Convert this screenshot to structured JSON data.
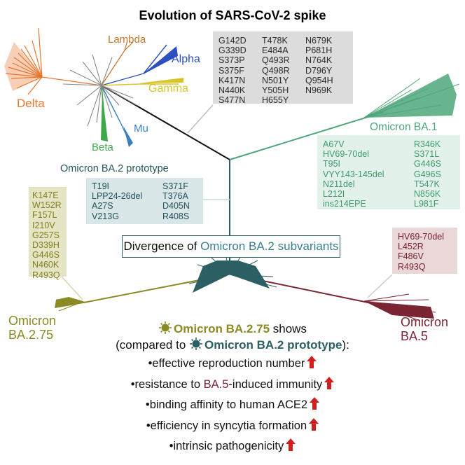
{
  "title": "Evolution of SARS-CoV-2 spike",
  "variants": {
    "lambda": "Lambda",
    "alpha": "Alpha",
    "gamma": "Gamma",
    "delta": "Delta",
    "beta": "Beta",
    "mu": "Mu",
    "ba1": "Omicron BA.1",
    "ba275_line1": "Omicron",
    "ba275_line2": "BA.2.75",
    "ba5_line1": "Omicron",
    "ba5_line2": "BA.5"
  },
  "shared_mutations": {
    "col1": [
      "G142D",
      "G339D",
      "S373P",
      "S375F",
      "K417N",
      "N440K",
      "S477N"
    ],
    "col2": [
      "T478K",
      "E484A",
      "Q493R",
      "Q498R",
      "N501Y",
      "Y505H",
      "H655Y"
    ],
    "col3": [
      "N679K",
      "P681H",
      "N764K",
      "D796Y",
      "Q954H",
      "N969K"
    ]
  },
  "ba1_mutations": {
    "col1": [
      "A67V",
      "HV69-70del",
      "T95I",
      "VYY143-145del",
      "N211del",
      "L212I",
      "ins214EPE"
    ],
    "col2": [
      "R346K",
      "S371L",
      "G446S",
      "G496S",
      "T547K",
      "N856K",
      "L981F"
    ]
  },
  "ba2_prototype": {
    "title": "Omicron BA.2 prototype",
    "col1": [
      "T19I",
      "LPP24-26del",
      "A27S",
      "V213G"
    ],
    "col2": [
      "S371F",
      "T376A",
      "D405N",
      "R408S"
    ]
  },
  "ba275_mutations": [
    "K147E",
    "W152R",
    "F157L",
    "I210V",
    "G257S",
    "D339H",
    "G446S",
    "N460K",
    "R493Q"
  ],
  "ba5_mutations": [
    "HV69-70del",
    "L452R",
    "F486V",
    "R493Q"
  ],
  "divergence": {
    "prefix": "Divergence of ",
    "highlight": "Omicron BA.2 subvariants"
  },
  "summary": {
    "ba275_name": "Omicron BA.2.75",
    "shows": " shows",
    "compared_prefix": "(compared to ",
    "ba2_name": "Omicron BA.2 prototype",
    "compared_suffix": "):",
    "bullets": [
      {
        "pre": "effective reproduction number",
        "hl": "",
        "post": ""
      },
      {
        "pre": "resistance to ",
        "hl": "BA.5",
        "post": "-induced immunity"
      },
      {
        "pre": "binding affinity to human ACE2",
        "hl": "",
        "post": ""
      },
      {
        "pre": "efficiency in syncytia formation",
        "hl": "",
        "post": ""
      },
      {
        "pre": "intrinsic pathogenicity",
        "hl": "",
        "post": ""
      }
    ]
  },
  "colors": {
    "delta": "#e8762d",
    "lambda": "#c3762a",
    "alpha": "#2e4fbf",
    "gamma": "#d9c72a",
    "beta": "#3fa84a",
    "mu": "#3a7fc4",
    "ba1": "#4ea77a",
    "ba2": "#2c5f63",
    "ba275": "#8b8a25",
    "ba5": "#7a2434",
    "arrow": "#d0201e"
  }
}
